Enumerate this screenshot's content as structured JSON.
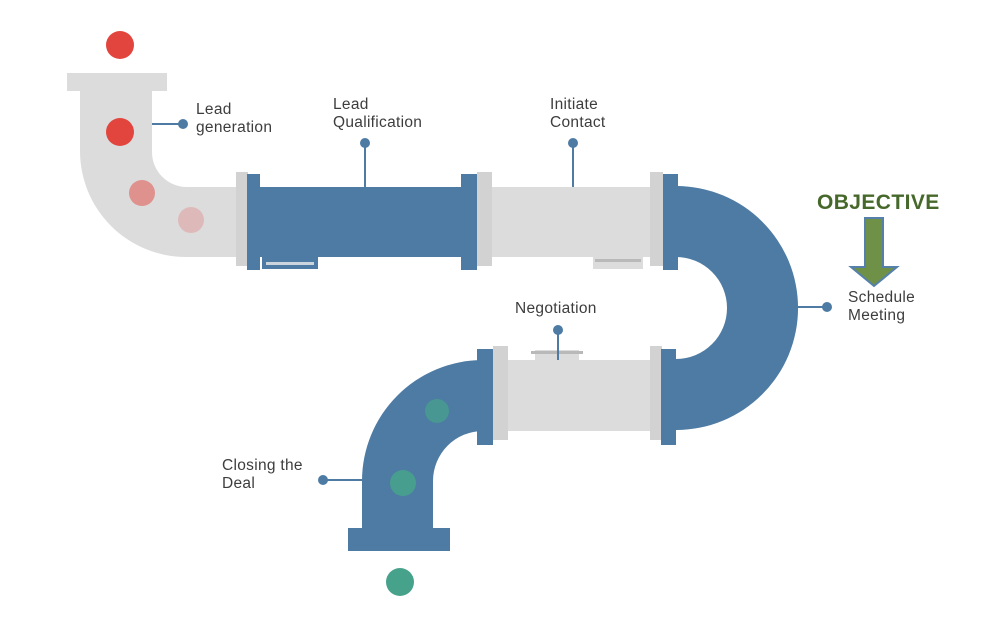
{
  "diagram": {
    "stages": {
      "lead_generation": "Lead\ngeneration",
      "lead_qualification": "Lead\nQualification",
      "initiate_contact": "Initiate\nContact",
      "schedule_meeting": "Schedule\nMeeting",
      "negotiation": "Negotiation",
      "closing_the_deal": "Closing the\nDeal"
    },
    "objective_label": "OBJECTIVE"
  },
  "colors": {
    "pipe_blue": "#4d7ba3",
    "pipe_gray": "#dcdcdc",
    "flange_gray": "#d2d2d2",
    "ball_red": "#e2453e",
    "ball_teal": "#47a28c",
    "arrow_fill": "#6f9147",
    "arrow_border": "#5580ab",
    "objective_text": "#46682a",
    "label_text": "#3d3d3d",
    "connector_blue": "#4d7ba3",
    "hatch_light": "#ccd5dd",
    "hatch_dark": "#b9b9b9"
  }
}
